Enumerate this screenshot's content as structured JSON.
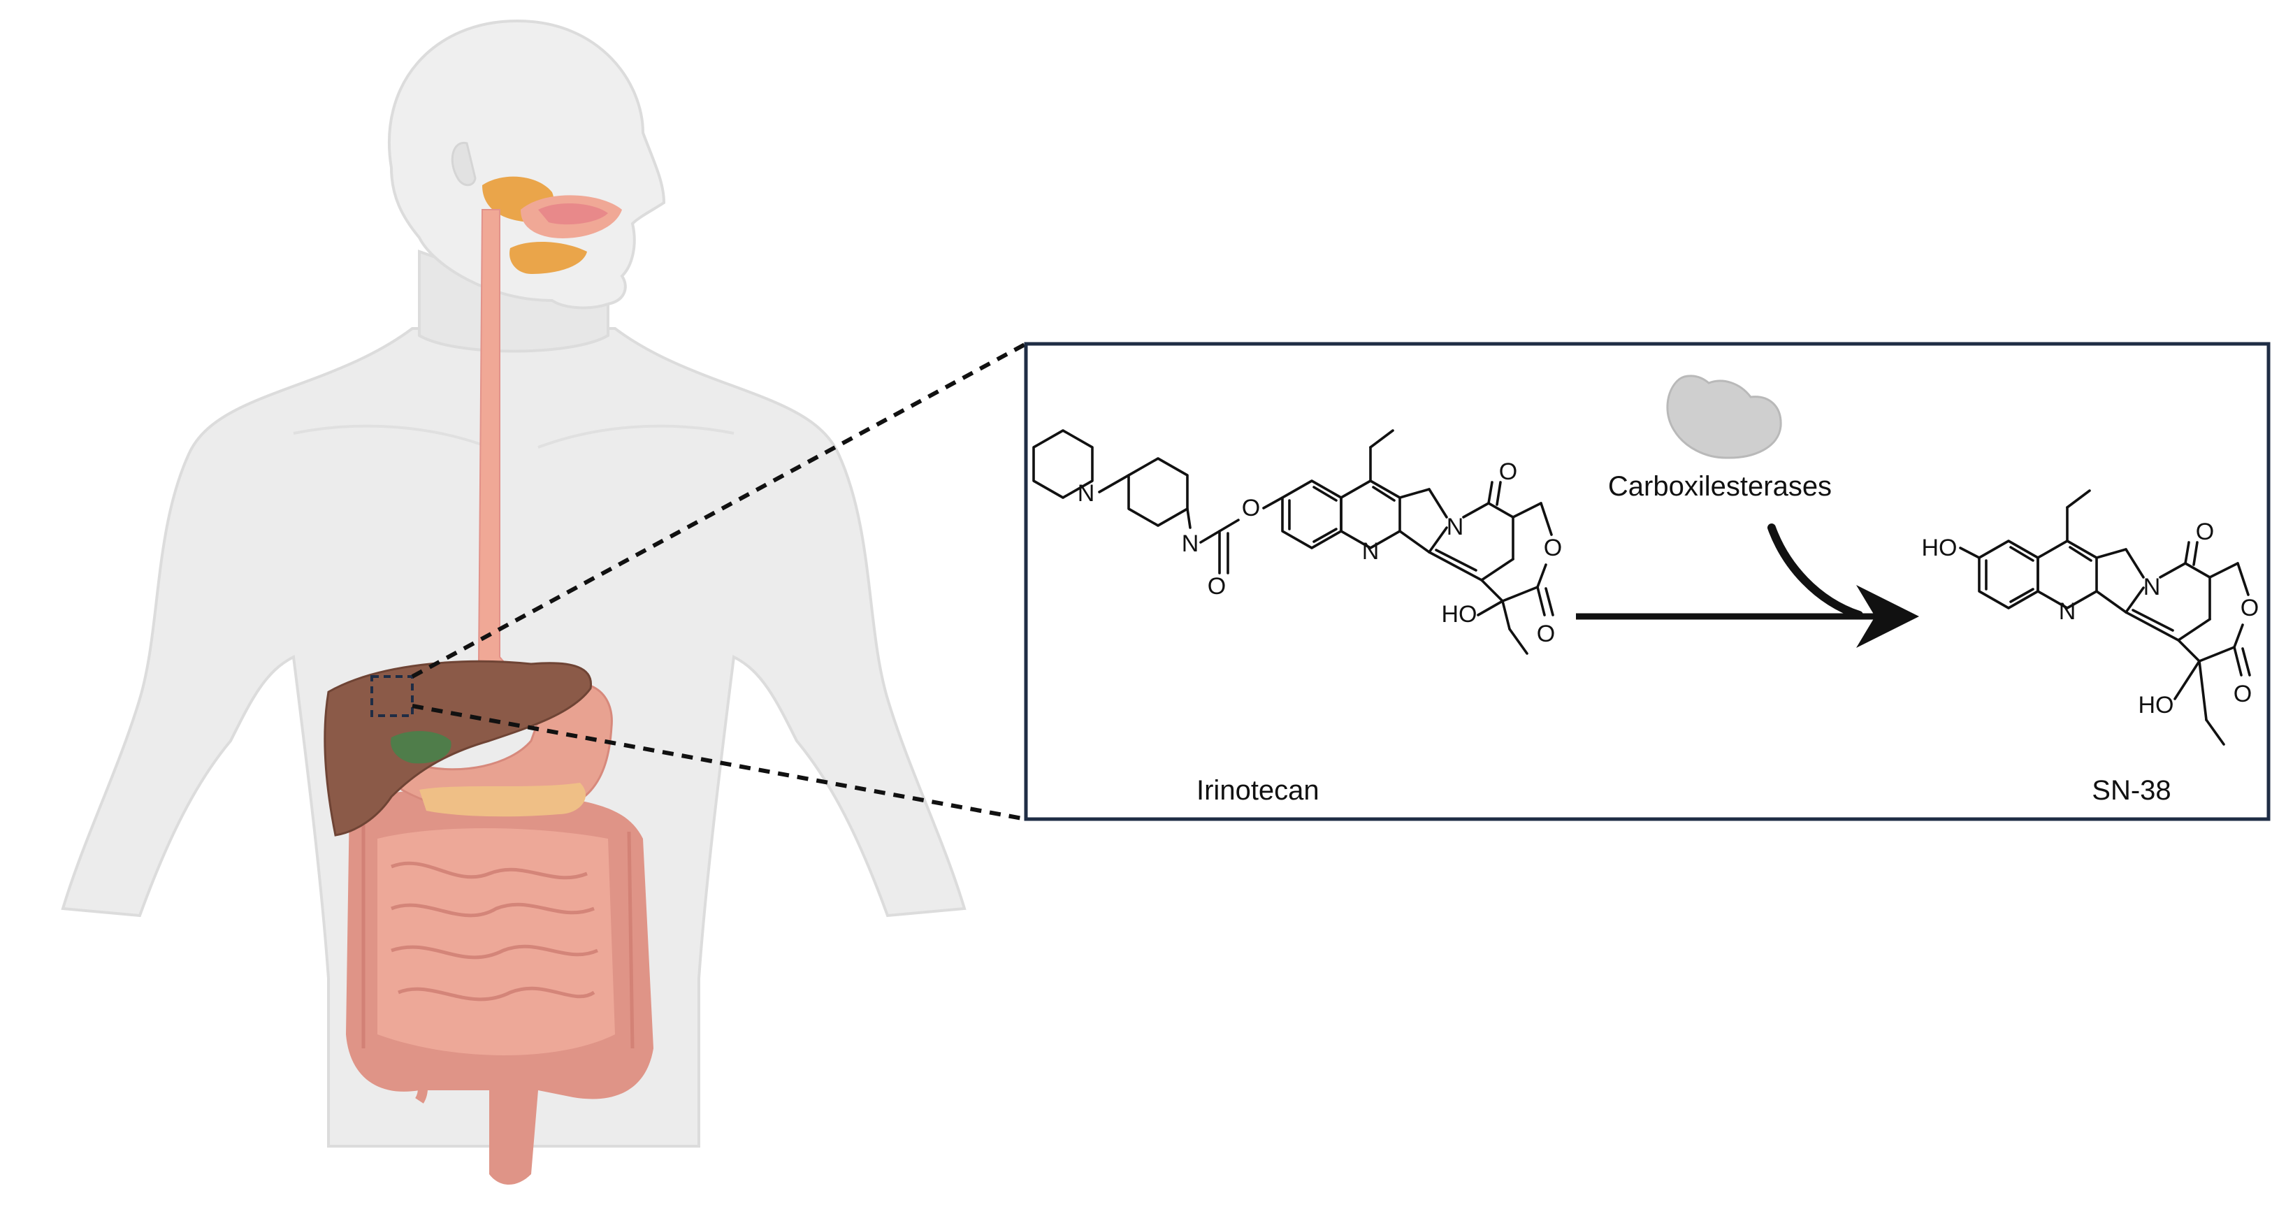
{
  "labels": {
    "enzyme": "Carboxilesterases",
    "substrate": "Irinotecan",
    "product": "SN-38"
  },
  "atoms": {
    "nitrogen": "N",
    "oxygen": "O",
    "hydroxyl": "HO"
  },
  "colors": {
    "frame": "#1f2d45",
    "zoom_lines": "#111111",
    "body_fill": "#ececec",
    "body_outline": "#dcdcdc",
    "liver": "#8b5a48",
    "gallbladder": "#4f7d4a",
    "stomach": "#e8a291",
    "pancreas": "#efbf86",
    "esophagus": "#f0a896",
    "intestine": "#df9487",
    "salivary": "#eaa54a",
    "enzyme": "#cfcfcf",
    "arrow": "#111111"
  },
  "icons": {
    "enzyme": "enzyme-blob-icon",
    "reaction_arrow": "reaction-arrow-icon",
    "catalysis_arrow": "curved-arrow-icon"
  }
}
